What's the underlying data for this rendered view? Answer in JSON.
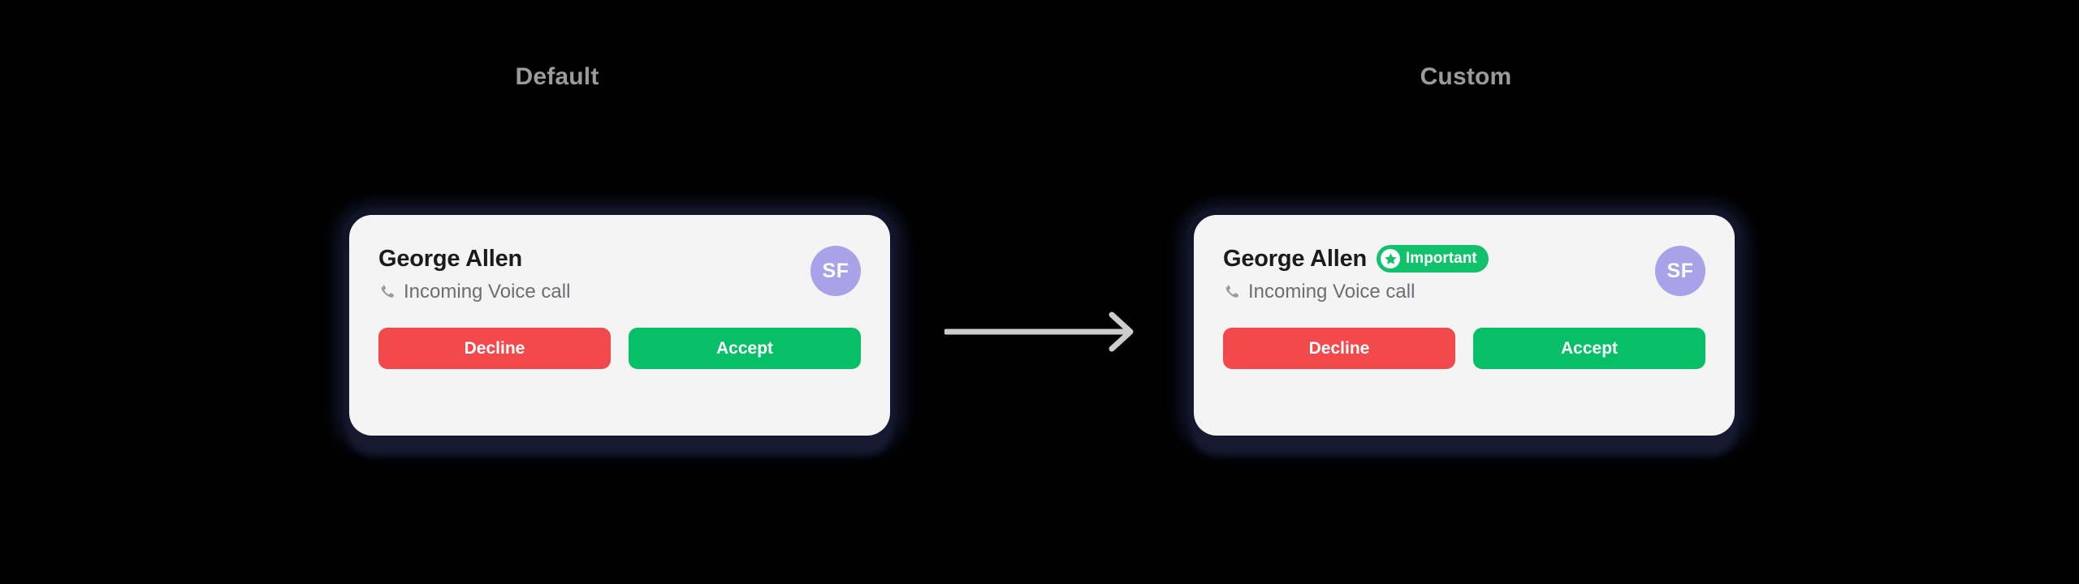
{
  "captions": {
    "left": "Default",
    "right": "Custom"
  },
  "colors": {
    "background": "#000000",
    "card_surface": "#f4f4f5",
    "caption_text": "#9b9b9b",
    "name_text": "#1b1b1d",
    "subtitle_text": "#6d6d72",
    "badge_green": "#12c16c",
    "decline_red": "#f2494d",
    "accept_green": "#07bf66",
    "avatar_purple": "#a9a2e8",
    "arrow_grey": "#cccccc"
  },
  "cards": [
    {
      "variant": "default",
      "contact_name": "George Allen",
      "badge": null,
      "status_icon": "phone-icon",
      "status_text": "Incoming Voice call",
      "avatar_initials": "SF",
      "buttons": {
        "decline": "Decline",
        "accept": "Accept"
      }
    },
    {
      "variant": "custom",
      "contact_name": "George Allen",
      "badge": {
        "icon": "star-icon",
        "label": "Important"
      },
      "status_icon": "phone-icon",
      "status_text": "Incoming Voice call",
      "avatar_initials": "SF",
      "buttons": {
        "decline": "Decline",
        "accept": "Accept"
      }
    }
  ],
  "arrow": {
    "icon": "arrow-right-icon",
    "direction": "right"
  }
}
